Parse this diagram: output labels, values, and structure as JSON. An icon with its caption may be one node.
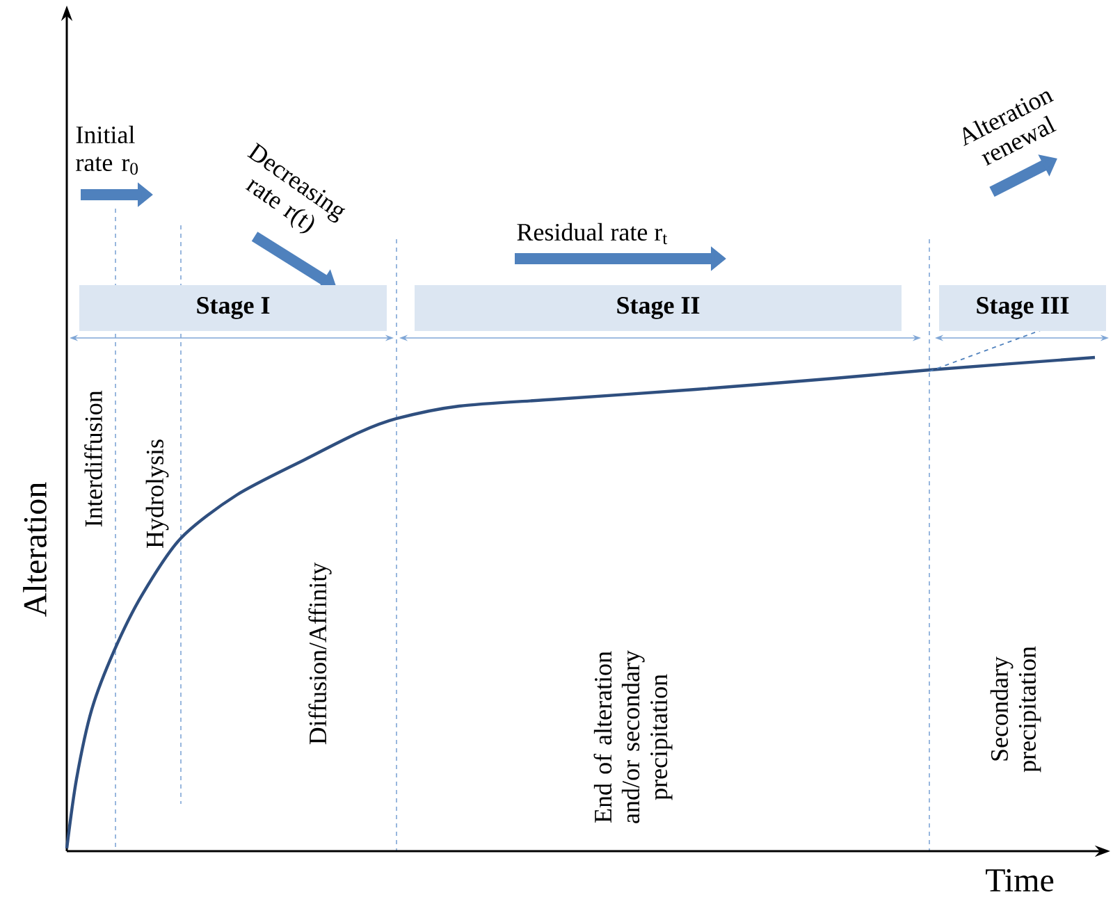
{
  "diagram": {
    "nodes": [
      {
        "text": [
          "Stage I"
        ]
      },
      {
        "text": [
          "Stage II"
        ]
      },
      {
        "text": [
          "Stage III"
        ]
      }
    ],
    "labels": [
      "Initial rate r$_{0}$",
      "Decreasing rate r(t)",
      "Residual rate r$_{t}$",
      "Alteration renewal",
      "Interdiffusion",
      "Hydrolysis",
      "Diffusion/Affinity",
      "End of alteration and/or secondary precipitation",
      "Secondary precipitation",
      "Alteration",
      "Time"
    ]
  }
}
